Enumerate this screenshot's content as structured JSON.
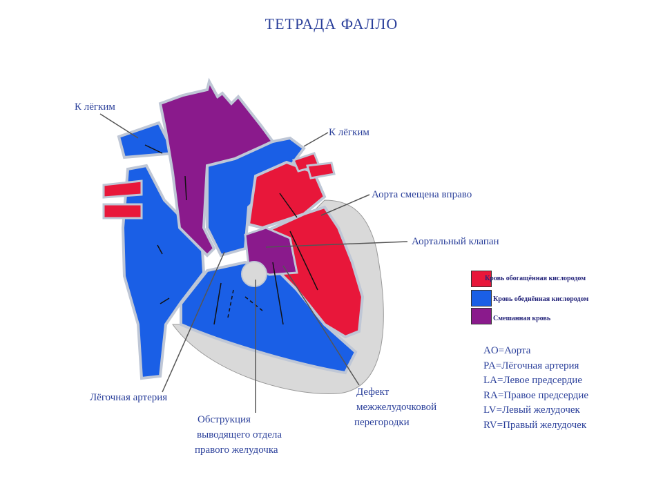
{
  "title": "ТЕТРАДА ФАЛЛО",
  "labels": {
    "to_lungs_left": "К лёгким",
    "to_lungs_right": "К лёгким",
    "aorta_shifted": "Аорта смещена вправо",
    "aortic_valve": "Аортальный клапан",
    "pulmonary_artery": "Лёгочная артерия",
    "obstruction_1": "Обструкция",
    "obstruction_2": "выводящего отдела",
    "obstruction_3": "правого желудочка",
    "vsd_1": "Дефект",
    "vsd_2": "межжелудочковой",
    "vsd_3": "перегородки"
  },
  "legend": [
    {
      "color": "#e8173a",
      "text": "Кровь обогащённая кислородом"
    },
    {
      "color": "#1a5fe6",
      "text": "Кровь обеднённая кислородом"
    },
    {
      "color": "#8a1a8c",
      "text": "Смешанная кровь"
    }
  ],
  "abbreviations": [
    "AO=Аорта",
    "PA=Лёгочная артерия",
    "LA=Левое предсердие",
    "RA=Правое предсердие",
    "LV=Левый желудочек",
    "RV=Правый желудочек"
  ],
  "colors": {
    "oxygenated": "#e8173a",
    "deoxygenated": "#1a5fe6",
    "mixed": "#8a1a8c",
    "pericardium": "#d9d9d9",
    "text": "#2a3f9a"
  }
}
